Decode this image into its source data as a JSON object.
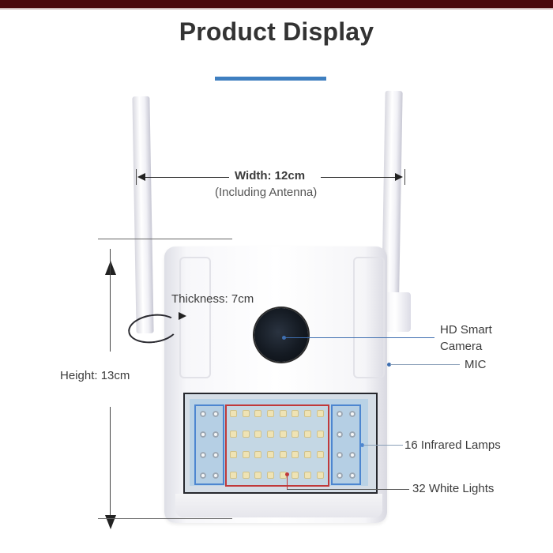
{
  "header": {
    "title": "Product Display",
    "accent_color": "#3f7fc0",
    "top_bar_color": "#4a0a0e"
  },
  "dimensions": {
    "width": {
      "label": "Width: 12cm",
      "note": "(Including Antenna)"
    },
    "height": {
      "label": "Height: 13cm"
    },
    "thickness": {
      "label": "Thickness: 7cm"
    }
  },
  "callouts": {
    "camera": {
      "line1": "HD Smart",
      "line2": "Camera",
      "color": "#3f6fb0"
    },
    "mic": {
      "label": "MIC",
      "color": "#3f6fb0"
    },
    "infrared": {
      "label": "16 Infrared Lamps",
      "count": 16,
      "color": "#4d86d0"
    },
    "white_lights": {
      "label": "32 White Lights",
      "count": 32,
      "color": "#c0393a"
    }
  },
  "icons": {
    "lens": "camera-lens-icon",
    "rotation": "rotation-arrow-icon"
  }
}
